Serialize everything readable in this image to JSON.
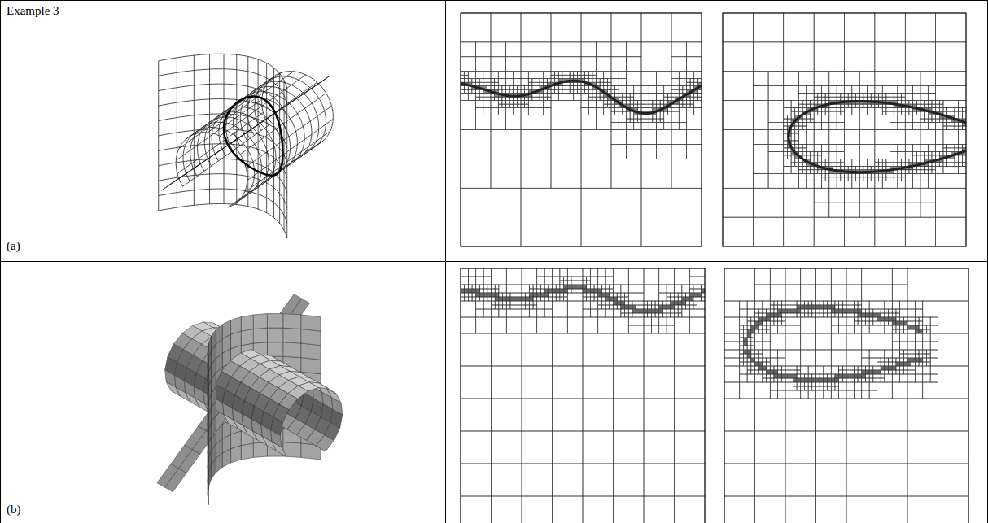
{
  "diagram": {
    "labels": [
      "Example 3",
      "(a)",
      "(b)"
    ]
  }
}
